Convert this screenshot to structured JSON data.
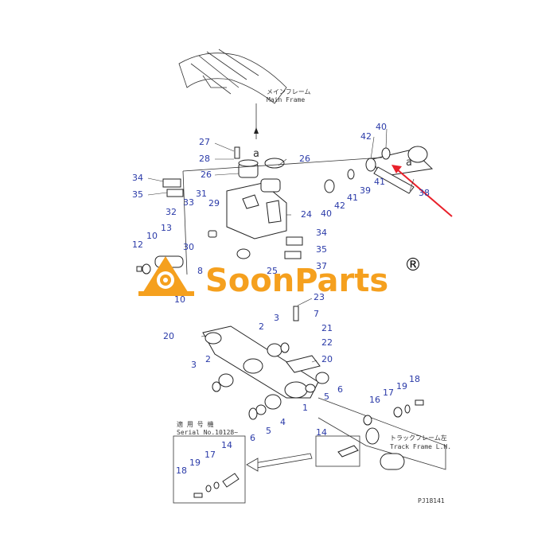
{
  "brand": {
    "name": "SoonParts",
    "mark": "®"
  },
  "notes": {
    "main_frame_jp": "メインフレーム",
    "main_frame_en": "Main Frame",
    "track_frame_jp": "トラックフレーム左",
    "track_frame_en": "Track Frame L.H.",
    "serial_jp": "適 用 号 機",
    "serial_en": "Serial No.10128~",
    "section_marker": "a",
    "drawing_no": "PJ18141"
  },
  "callouts": [
    {
      "id": "c27",
      "text": "27"
    },
    {
      "id": "c28",
      "text": "28"
    },
    {
      "id": "c26a",
      "text": "26"
    },
    {
      "id": "c26b",
      "text": "26"
    },
    {
      "id": "c34a",
      "text": "34"
    },
    {
      "id": "c35a",
      "text": "35"
    },
    {
      "id": "c31",
      "text": "31"
    },
    {
      "id": "c33",
      "text": "33"
    },
    {
      "id": "c29",
      "text": "29"
    },
    {
      "id": "c32",
      "text": "32"
    },
    {
      "id": "c24",
      "text": "24"
    },
    {
      "id": "c13",
      "text": "13"
    },
    {
      "id": "c10a",
      "text": "10"
    },
    {
      "id": "c12",
      "text": "12"
    },
    {
      "id": "c30",
      "text": "30"
    },
    {
      "id": "c8",
      "text": "8"
    },
    {
      "id": "c10b",
      "text": "10"
    },
    {
      "id": "c34b",
      "text": "34"
    },
    {
      "id": "c35b",
      "text": "35"
    },
    {
      "id": "c37",
      "text": "37"
    },
    {
      "id": "c25",
      "text": "25"
    },
    {
      "id": "c42a",
      "text": "42"
    },
    {
      "id": "c40a",
      "text": "40"
    },
    {
      "id": "c39",
      "text": "39"
    },
    {
      "id": "c41a",
      "text": "41"
    },
    {
      "id": "c38",
      "text": "38"
    },
    {
      "id": "c40b",
      "text": "40"
    },
    {
      "id": "c42b",
      "text": "42"
    },
    {
      "id": "c41b",
      "text": "41"
    },
    {
      "id": "c23",
      "text": "23"
    },
    {
      "id": "c7",
      "text": "7"
    },
    {
      "id": "c3a",
      "text": "3"
    },
    {
      "id": "c2a",
      "text": "2"
    },
    {
      "id": "c21",
      "text": "21"
    },
    {
      "id": "c22",
      "text": "22"
    },
    {
      "id": "c20a",
      "text": "20"
    },
    {
      "id": "c20b",
      "text": "20"
    },
    {
      "id": "c3b",
      "text": "3"
    },
    {
      "id": "c2b",
      "text": "2"
    },
    {
      "id": "c6a",
      "text": "6"
    },
    {
      "id": "c5a",
      "text": "5"
    },
    {
      "id": "c1",
      "text": "1"
    },
    {
      "id": "c4",
      "text": "4"
    },
    {
      "id": "c5b",
      "text": "5"
    },
    {
      "id": "c6b",
      "text": "6"
    },
    {
      "id": "c18a",
      "text": "18"
    },
    {
      "id": "c19a",
      "text": "19"
    },
    {
      "id": "c17a",
      "text": "17"
    },
    {
      "id": "c16",
      "text": "16"
    },
    {
      "id": "c14a",
      "text": "14"
    },
    {
      "id": "c18b",
      "text": "18"
    },
    {
      "id": "c19b",
      "text": "19"
    },
    {
      "id": "c17b",
      "text": "17"
    },
    {
      "id": "c14b",
      "text": "14"
    }
  ],
  "colors": {
    "callout": "#2a3aa8",
    "brand": "#f5a01e",
    "arrow": "#e8202a"
  }
}
